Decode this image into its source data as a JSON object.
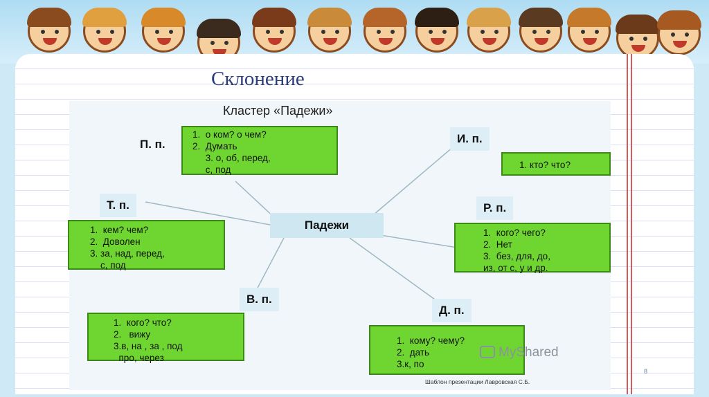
{
  "title": "Склонение",
  "cluster_title": "Кластер «Падежи»",
  "center": "Падежи",
  "cases": [
    {
      "id": "pp",
      "label": "П. п.",
      "lines": [
        "1.  о ком? о чем?",
        "2.  Думать",
        "     3. о, об, перед,",
        "     с, под"
      ]
    },
    {
      "id": "ip",
      "label": "И. п.",
      "lines": [
        "1. кто? что?"
      ]
    },
    {
      "id": "tp",
      "label": "Т. п.",
      "lines": [
        "1.  кем? чем?",
        "2.  Доволен",
        "3. за, над, перед,",
        "    с, под"
      ]
    },
    {
      "id": "rp",
      "label": "Р. п.",
      "lines": [
        "1.  кого? чего?",
        "2.  Нет",
        "3.  без, для, до,",
        "из, от с, у и др."
      ]
    },
    {
      "id": "vp",
      "label": "В. п.",
      "lines": [
        "1.  кого? что?",
        "2.   вижу",
        "3.в, на , за , под",
        "  про, через"
      ]
    },
    {
      "id": "dp",
      "label": "Д. п.",
      "lines": [
        "1.  кому? чему?",
        "2.  дать",
        "3.к, по"
      ]
    }
  ],
  "watermark": "MyShared",
  "credit": "Шаблон презентации Лавровская С.Б.",
  "page_number": "8"
}
